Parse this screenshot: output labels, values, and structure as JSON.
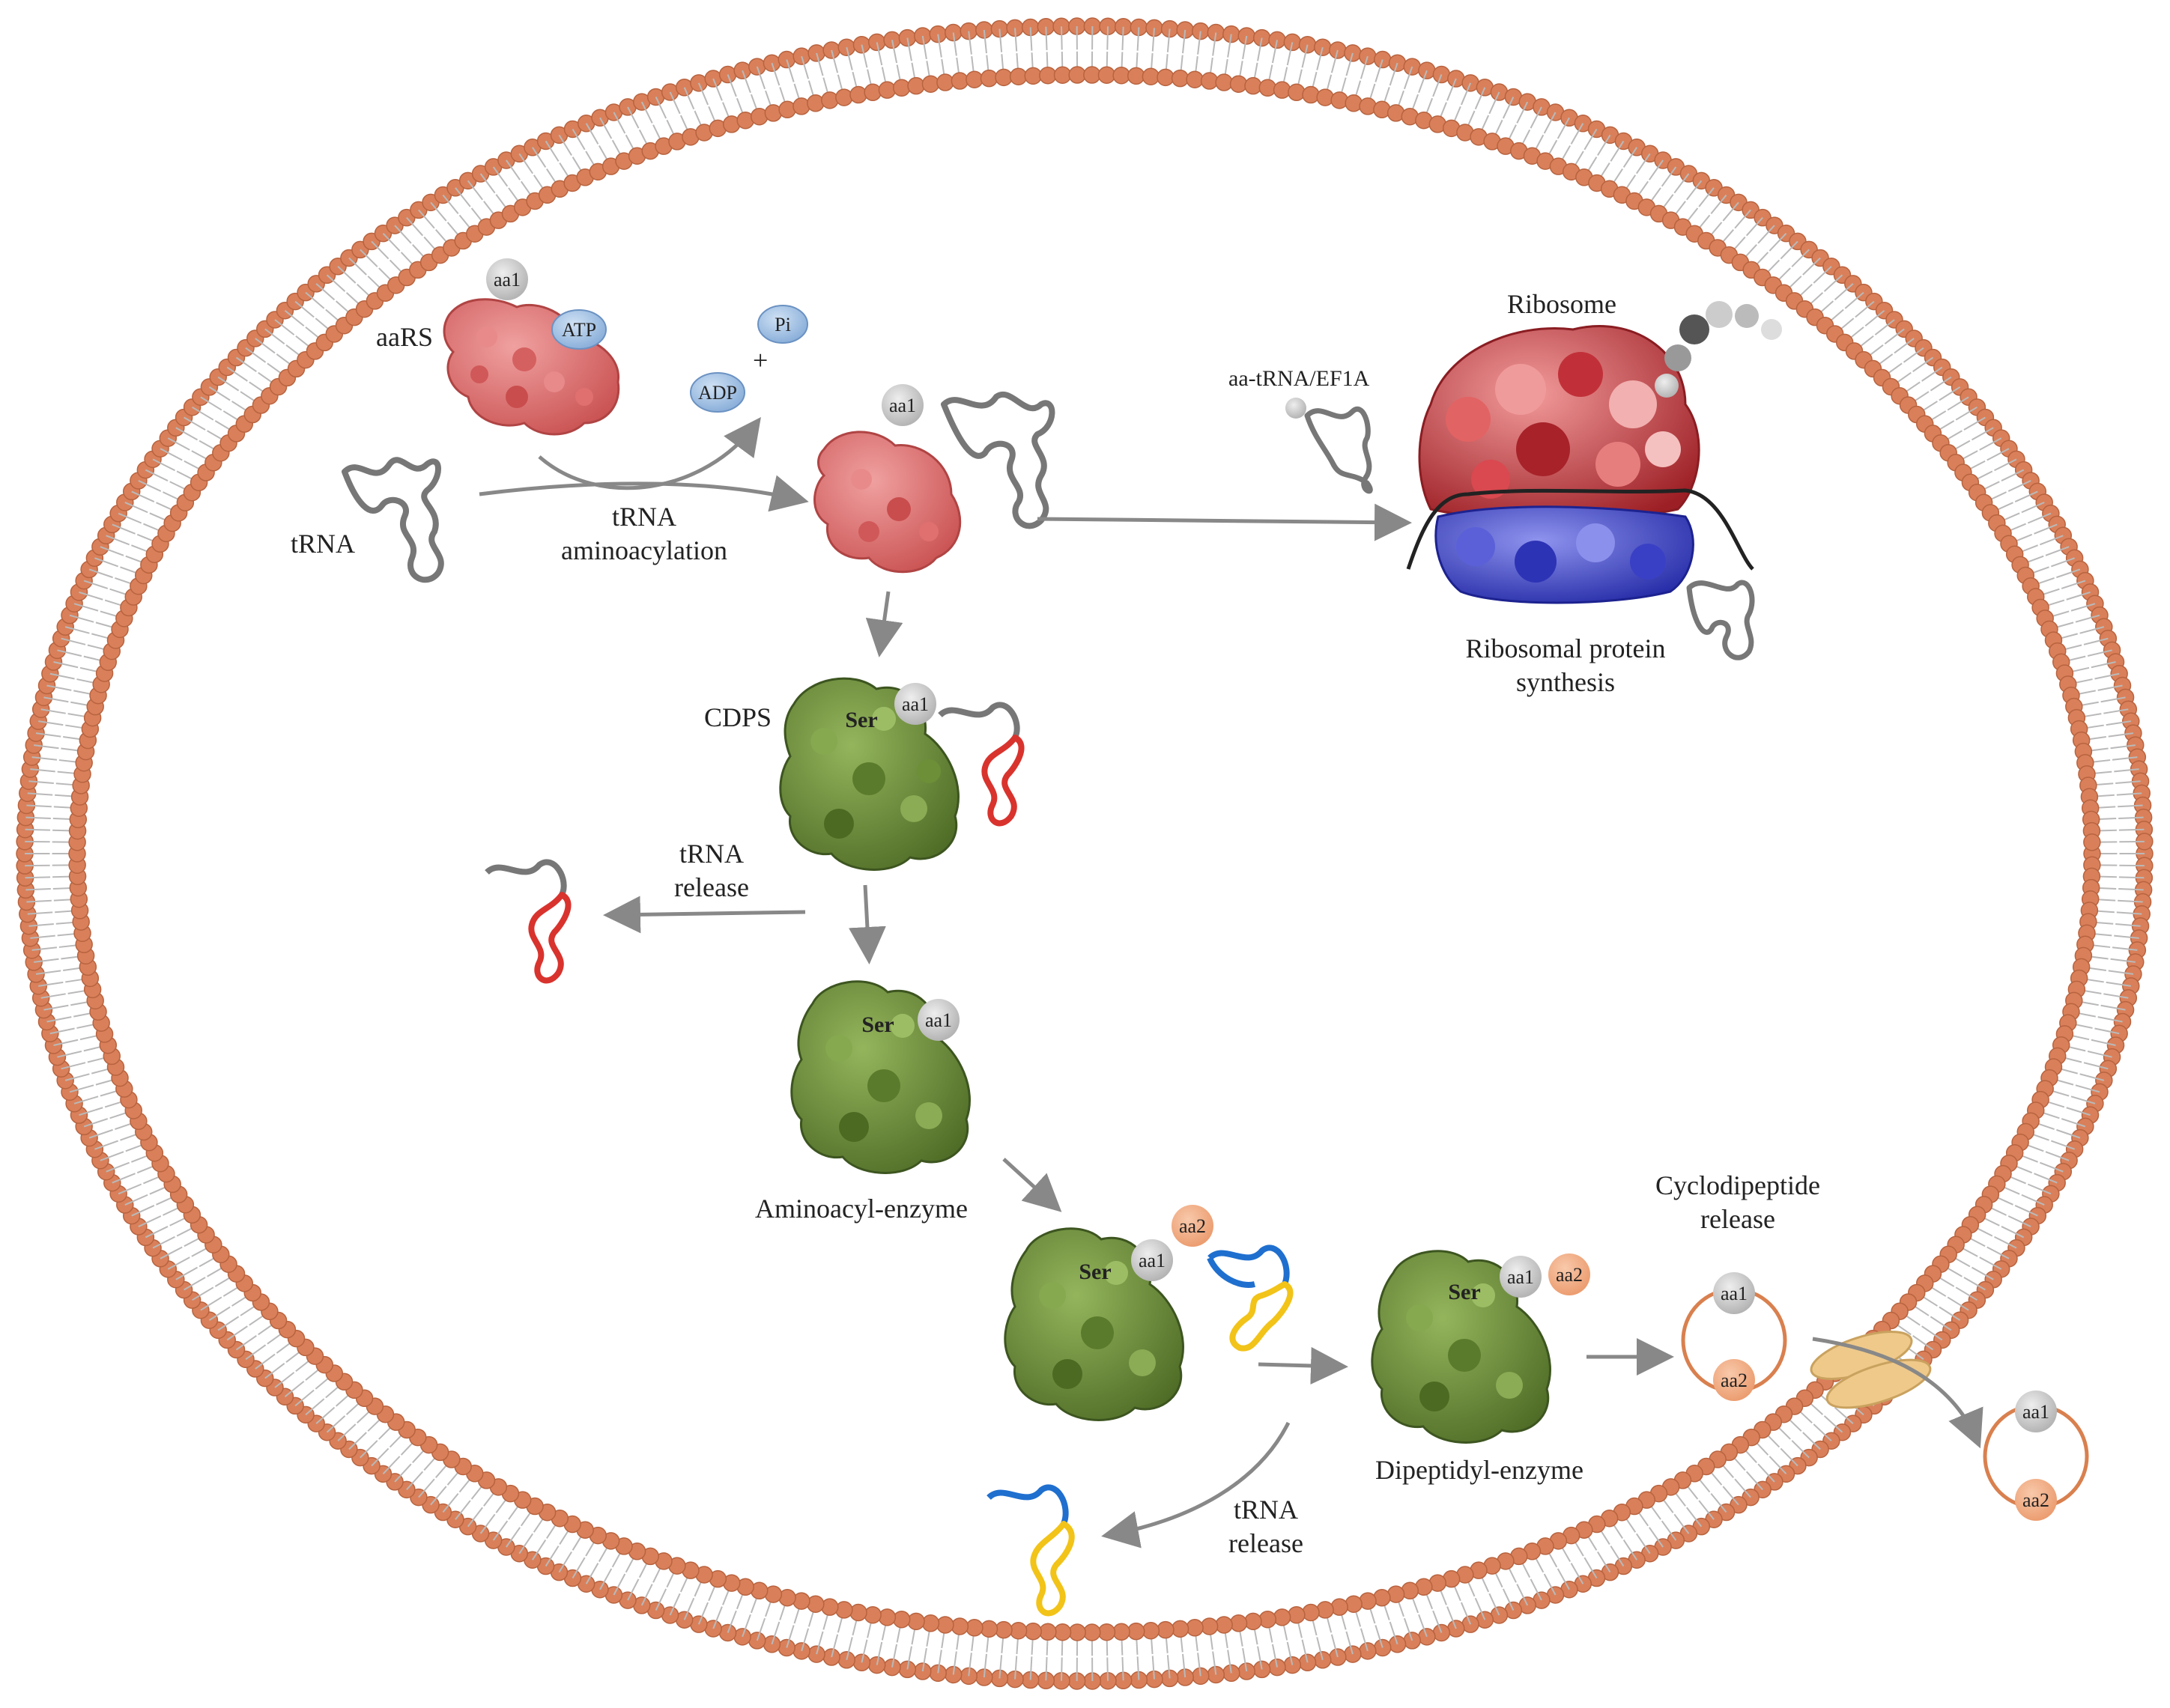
{
  "labels": {
    "aars": "aaRS",
    "atp": "ATP",
    "adp": "ADP",
    "pi": "Pi",
    "plus": "+",
    "trna": "tRNA",
    "trna_aminoacylation_1": "tRNA",
    "trna_aminoacylation_2": "aminoacylation",
    "aa_trna_ef1a": "aa-tRNA/EF1A",
    "ribosome": "Ribosome",
    "ribosomal_synthesis_1": "Ribosomal protein",
    "ribosomal_synthesis_2": "synthesis",
    "cdps": "CDPS",
    "trna_release_1": "tRNA",
    "trna_release_2": "release",
    "aminoacyl_enzyme": "Aminoacyl-enzyme",
    "dipeptidyl_enzyme": "Dipeptidyl-enzyme",
    "cyclodipeptide_release_1": "Cyclodipeptide",
    "cyclodipeptide_release_2": "release",
    "trna_release2_1": "tRNA",
    "trna_release2_2": "release"
  },
  "beads": {
    "aa1": "aa1",
    "aa2": "aa2",
    "ser": "Ser"
  },
  "colors": {
    "membrane_head": "#d9805a",
    "membrane_tail": "#b9b9b9",
    "aars_protein": "#e06a6a",
    "cdps_protein": "#6f8f3c",
    "ribosome_large": "#c9383f",
    "ribosome_small": "#3f45c7",
    "trna_gray": "#777777",
    "trna_red": "#d9332e",
    "trna_blue": "#1f6fcf",
    "trna_yellow": "#f2c318",
    "bead_gray": "#c4c4c4",
    "bead_orange": "#f3aa80",
    "nucleotide_blue": "#9cc0e6",
    "arrow": "#888888",
    "transporter": "#efc98a"
  }
}
